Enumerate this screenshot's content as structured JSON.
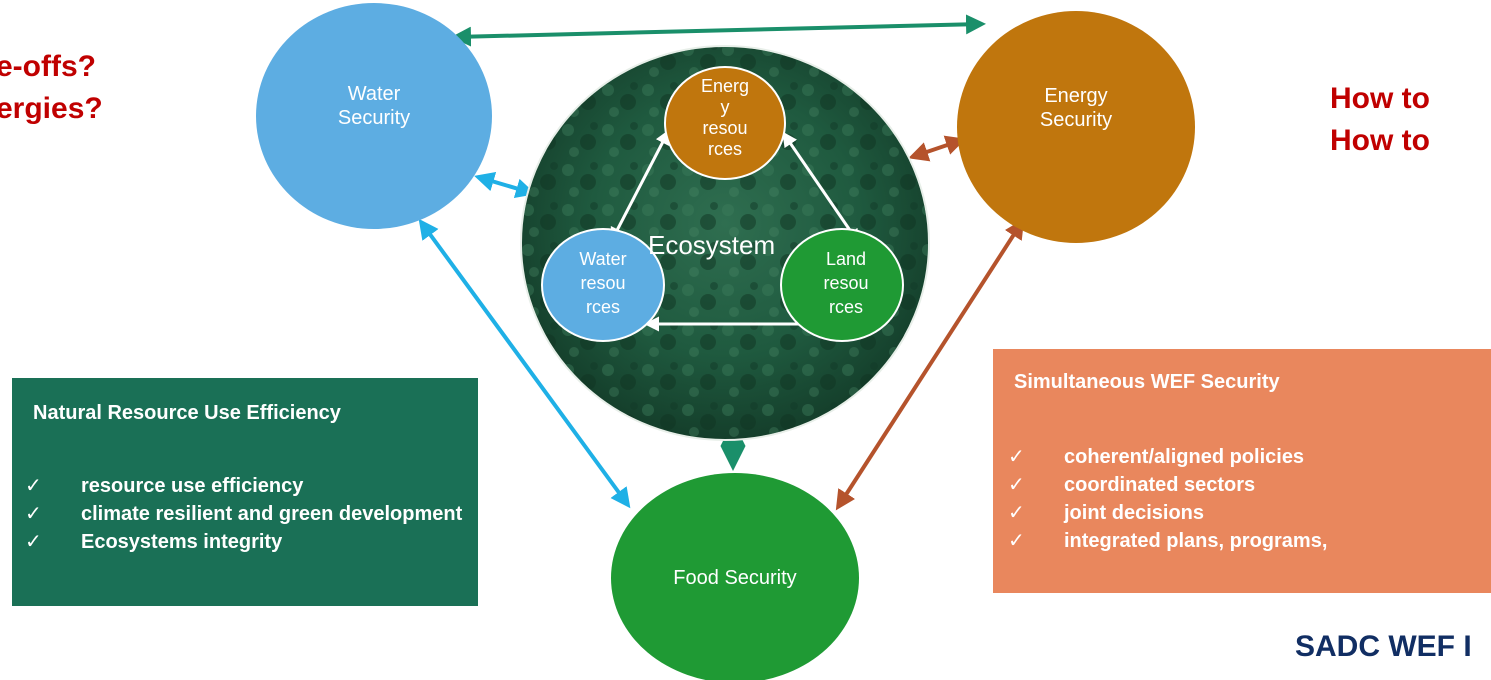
{
  "questions": {
    "left_line1": "e-offs?",
    "left_line2": "ergies?",
    "right_line1": "How to",
    "right_line2": "How to"
  },
  "nodes": {
    "water_security": [
      "Water",
      "Security"
    ],
    "energy_security": [
      "Energy",
      "Security"
    ],
    "food_security": "Food Security",
    "ecosystem": "Ecosystem",
    "energy_resources": [
      "Energ",
      "y",
      "resou",
      "rces"
    ],
    "water_resources": [
      "Water",
      "resou",
      "rces"
    ],
    "land_resources": [
      "Land",
      "resou",
      "rces"
    ]
  },
  "left_box": {
    "title": "Natural Resource Use Efficiency",
    "items": [
      "resource use efficiency",
      "climate resilient and green development",
      "Ecosystems integrity"
    ]
  },
  "right_box": {
    "title": "Simultaneous WEF Security",
    "items": [
      "coherent/aligned policies",
      "coordinated sectors",
      "joint decisions",
      "integrated plans, programs,"
    ]
  },
  "check_glyph": "✓",
  "footer": "SADC WEF I",
  "colors": {
    "question_red": "#c00000",
    "water_blue": "#5dade2",
    "energy_orange": "#c0760d",
    "food_green": "#1f9a34",
    "ecosystem_dark": "#1a4a36",
    "left_box": "#1a7056",
    "right_box": "#e9875d",
    "arrow_teal": "#1a8f6a",
    "arrow_blue": "#1fb0e6",
    "arrow_brown": "#b5532c",
    "footer_navy": "#112e63"
  }
}
